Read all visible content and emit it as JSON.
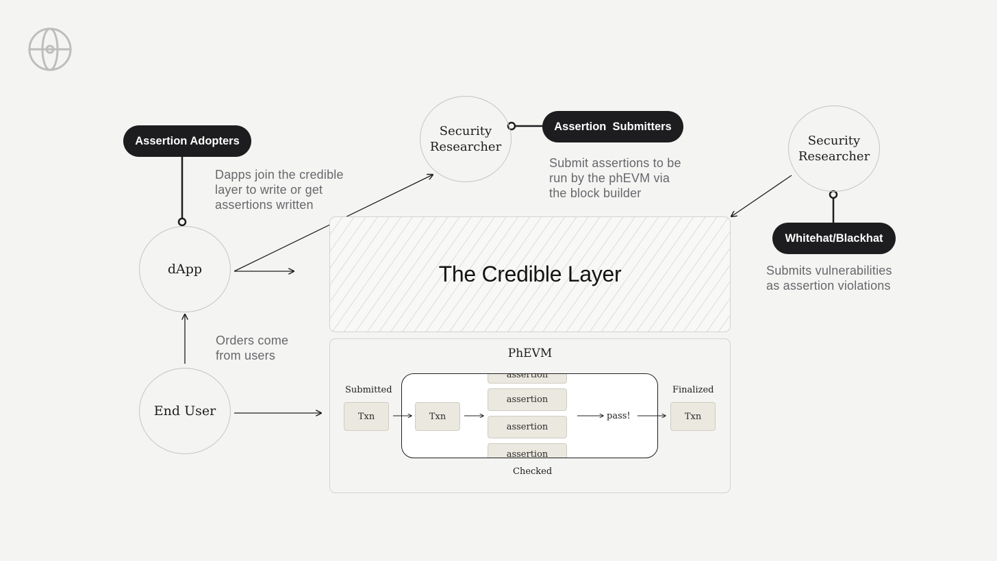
{
  "logo": {
    "icon": "globe-icon"
  },
  "nodes": {
    "dapp": "dApp",
    "end_user": "End User",
    "security_researcher_top": "Security\nResearcher",
    "security_researcher_right": "Security\nResearcher"
  },
  "pills": {
    "assertion_adopters": "Assertion Adopters",
    "assertion_submitters": "Assertion  Submitters",
    "whitehat_blackhat": "Whitehat/Blackhat"
  },
  "notes": {
    "dapps_join": "Dapps join the credible\nlayer to write or get\nassertions written",
    "submit_assertions": "Submit assertions to be\nrun by the phEVM via\nthe block builder",
    "submits_vulns": "Submits vulnerabilities\nas assertion violations",
    "orders_come": "Orders come\nfrom users"
  },
  "layer": {
    "title": "The Credible Layer"
  },
  "phevm": {
    "title": "PhEVM",
    "submitted_label": "Submitted",
    "finalized_label": "Finalized",
    "checked_label": "Checked",
    "txn": "Txn",
    "assertion": "assertion",
    "pass": "pass!"
  },
  "colors": {
    "pill_bg": "#1d1d1f",
    "background": "#f4f4f2",
    "muted_text": "#67676c",
    "chip": "#ebe8df"
  }
}
